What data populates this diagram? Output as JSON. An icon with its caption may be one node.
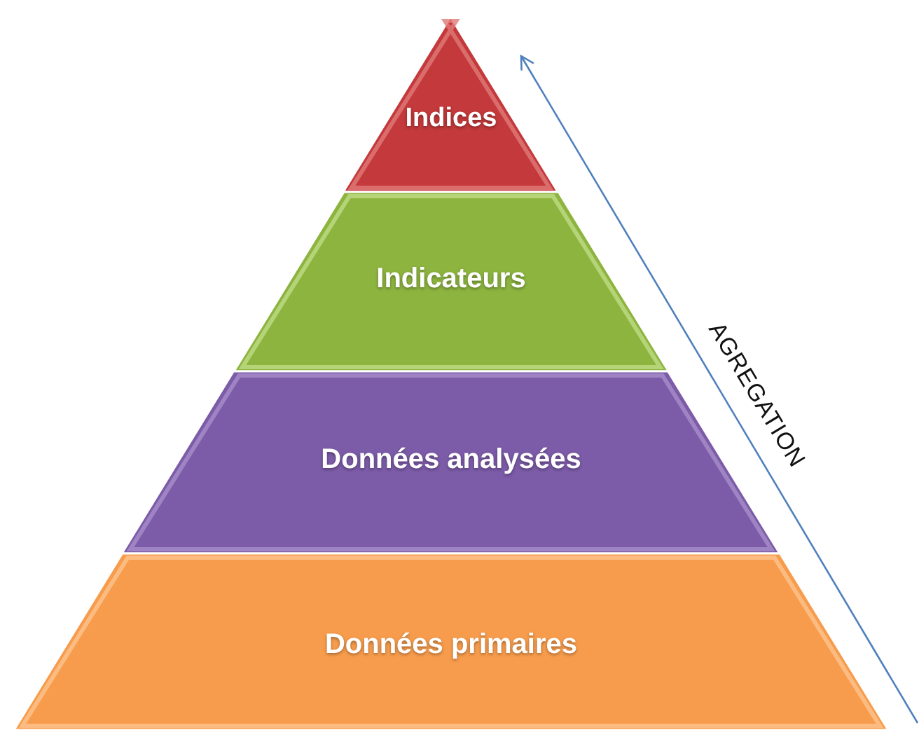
{
  "diagram": {
    "nodes": [
      {
        "text": [
          "Indices"
        ]
      },
      {
        "text": [
          "Indicateurs"
        ]
      },
      {
        "text": [
          "Données analysées"
        ]
      },
      {
        "text": [
          "Données primaires"
        ]
      }
    ],
    "labels": [
      "AGREGATION"
    ]
  }
}
